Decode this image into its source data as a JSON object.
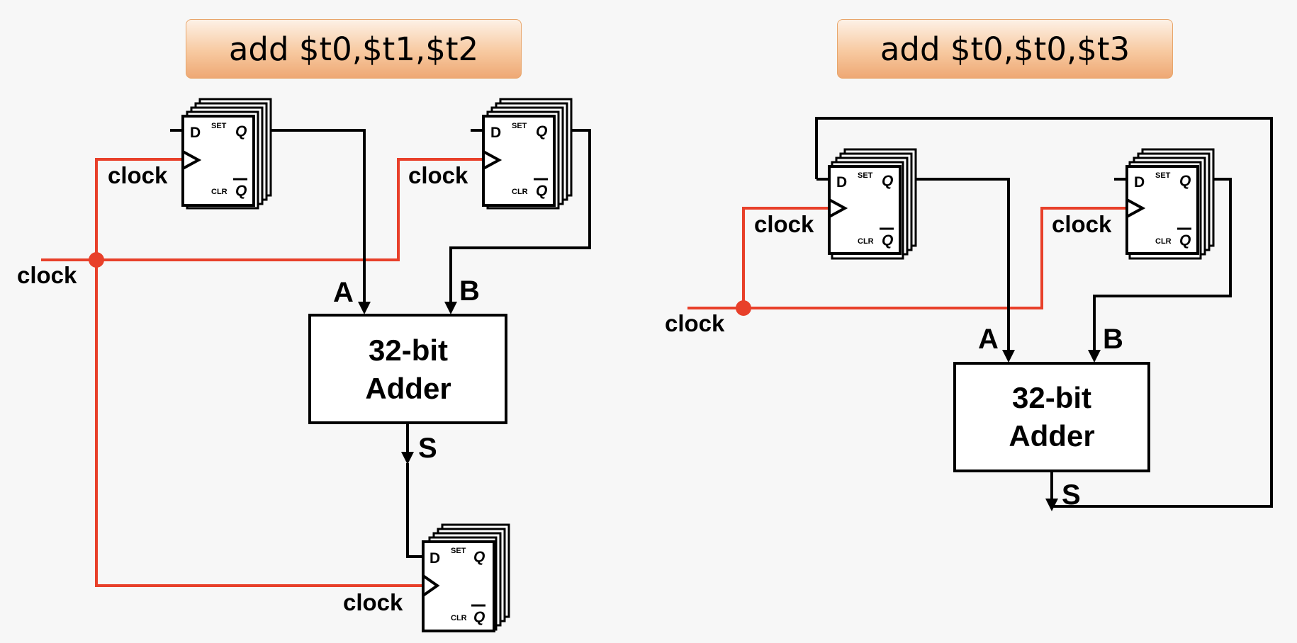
{
  "instructions": {
    "left": "add $t0,$t1,$t2",
    "right": "add $t0,$t0,$t3"
  },
  "flipflop": {
    "d": "D",
    "set": "SET",
    "q": "Q",
    "clr": "CLR",
    "qbar": "Q"
  },
  "adder": {
    "line1": "32-bit",
    "line2": "Adder"
  },
  "signals": {
    "a": "A",
    "b": "B",
    "s": "S",
    "clock": "clock"
  },
  "colors": {
    "clock_wire": "#e8402a",
    "banner_border": "#e8a66c",
    "banner_fill": "#f7c9a0"
  }
}
